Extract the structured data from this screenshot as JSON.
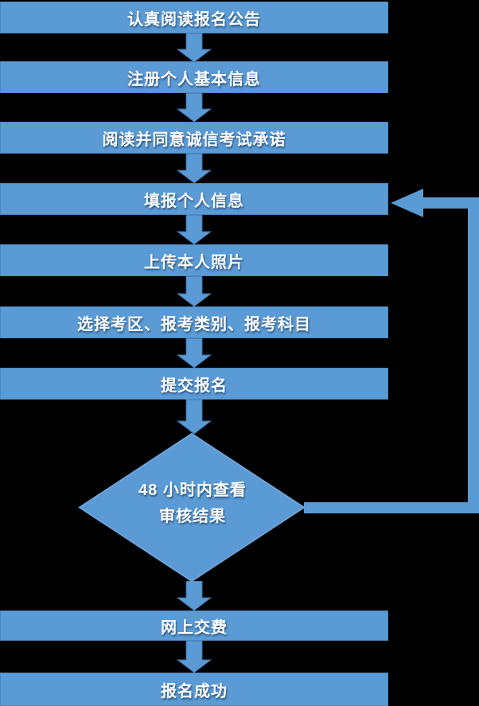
{
  "style": {
    "background": "#000000",
    "shape_fill": "#5B9BD5",
    "shape_stroke": "#3D6CA3",
    "diamond_stroke": "#6DA2D8",
    "text_color": "#FFFFFF"
  },
  "flowchart": {
    "nodes": [
      {
        "id": "read-announcement",
        "type": "process",
        "label": "认真阅读报名公告"
      },
      {
        "id": "register-info",
        "type": "process",
        "label": "注册个人基本信息"
      },
      {
        "id": "agree-commitment",
        "type": "process",
        "label": "阅读并同意诚信考试承诺"
      },
      {
        "id": "fill-personal-info",
        "type": "process",
        "label": "填报个人信息"
      },
      {
        "id": "upload-photo",
        "type": "process",
        "label": "上传本人照片"
      },
      {
        "id": "select-subjects",
        "type": "process",
        "label": "选择考区、报考类别、报考科目"
      },
      {
        "id": "submit-registration",
        "type": "process",
        "label": "提交报名"
      },
      {
        "id": "check-review",
        "type": "decision",
        "line1": "48 小时内查看",
        "line2": "审核结果"
      },
      {
        "id": "pay-online",
        "type": "process",
        "label": "网上交费"
      },
      {
        "id": "registration-success",
        "type": "process",
        "label": "报名成功"
      }
    ],
    "edges": [
      {
        "from": "read-announcement",
        "to": "register-info"
      },
      {
        "from": "register-info",
        "to": "agree-commitment"
      },
      {
        "from": "agree-commitment",
        "to": "fill-personal-info"
      },
      {
        "from": "fill-personal-info",
        "to": "upload-photo"
      },
      {
        "from": "upload-photo",
        "to": "select-subjects"
      },
      {
        "from": "select-subjects",
        "to": "submit-registration"
      },
      {
        "from": "submit-registration",
        "to": "check-review"
      },
      {
        "from": "check-review",
        "to": "pay-online"
      },
      {
        "from": "pay-online",
        "to": "registration-success"
      },
      {
        "from": "check-review",
        "to": "fill-personal-info",
        "kind": "loop-back"
      }
    ]
  }
}
